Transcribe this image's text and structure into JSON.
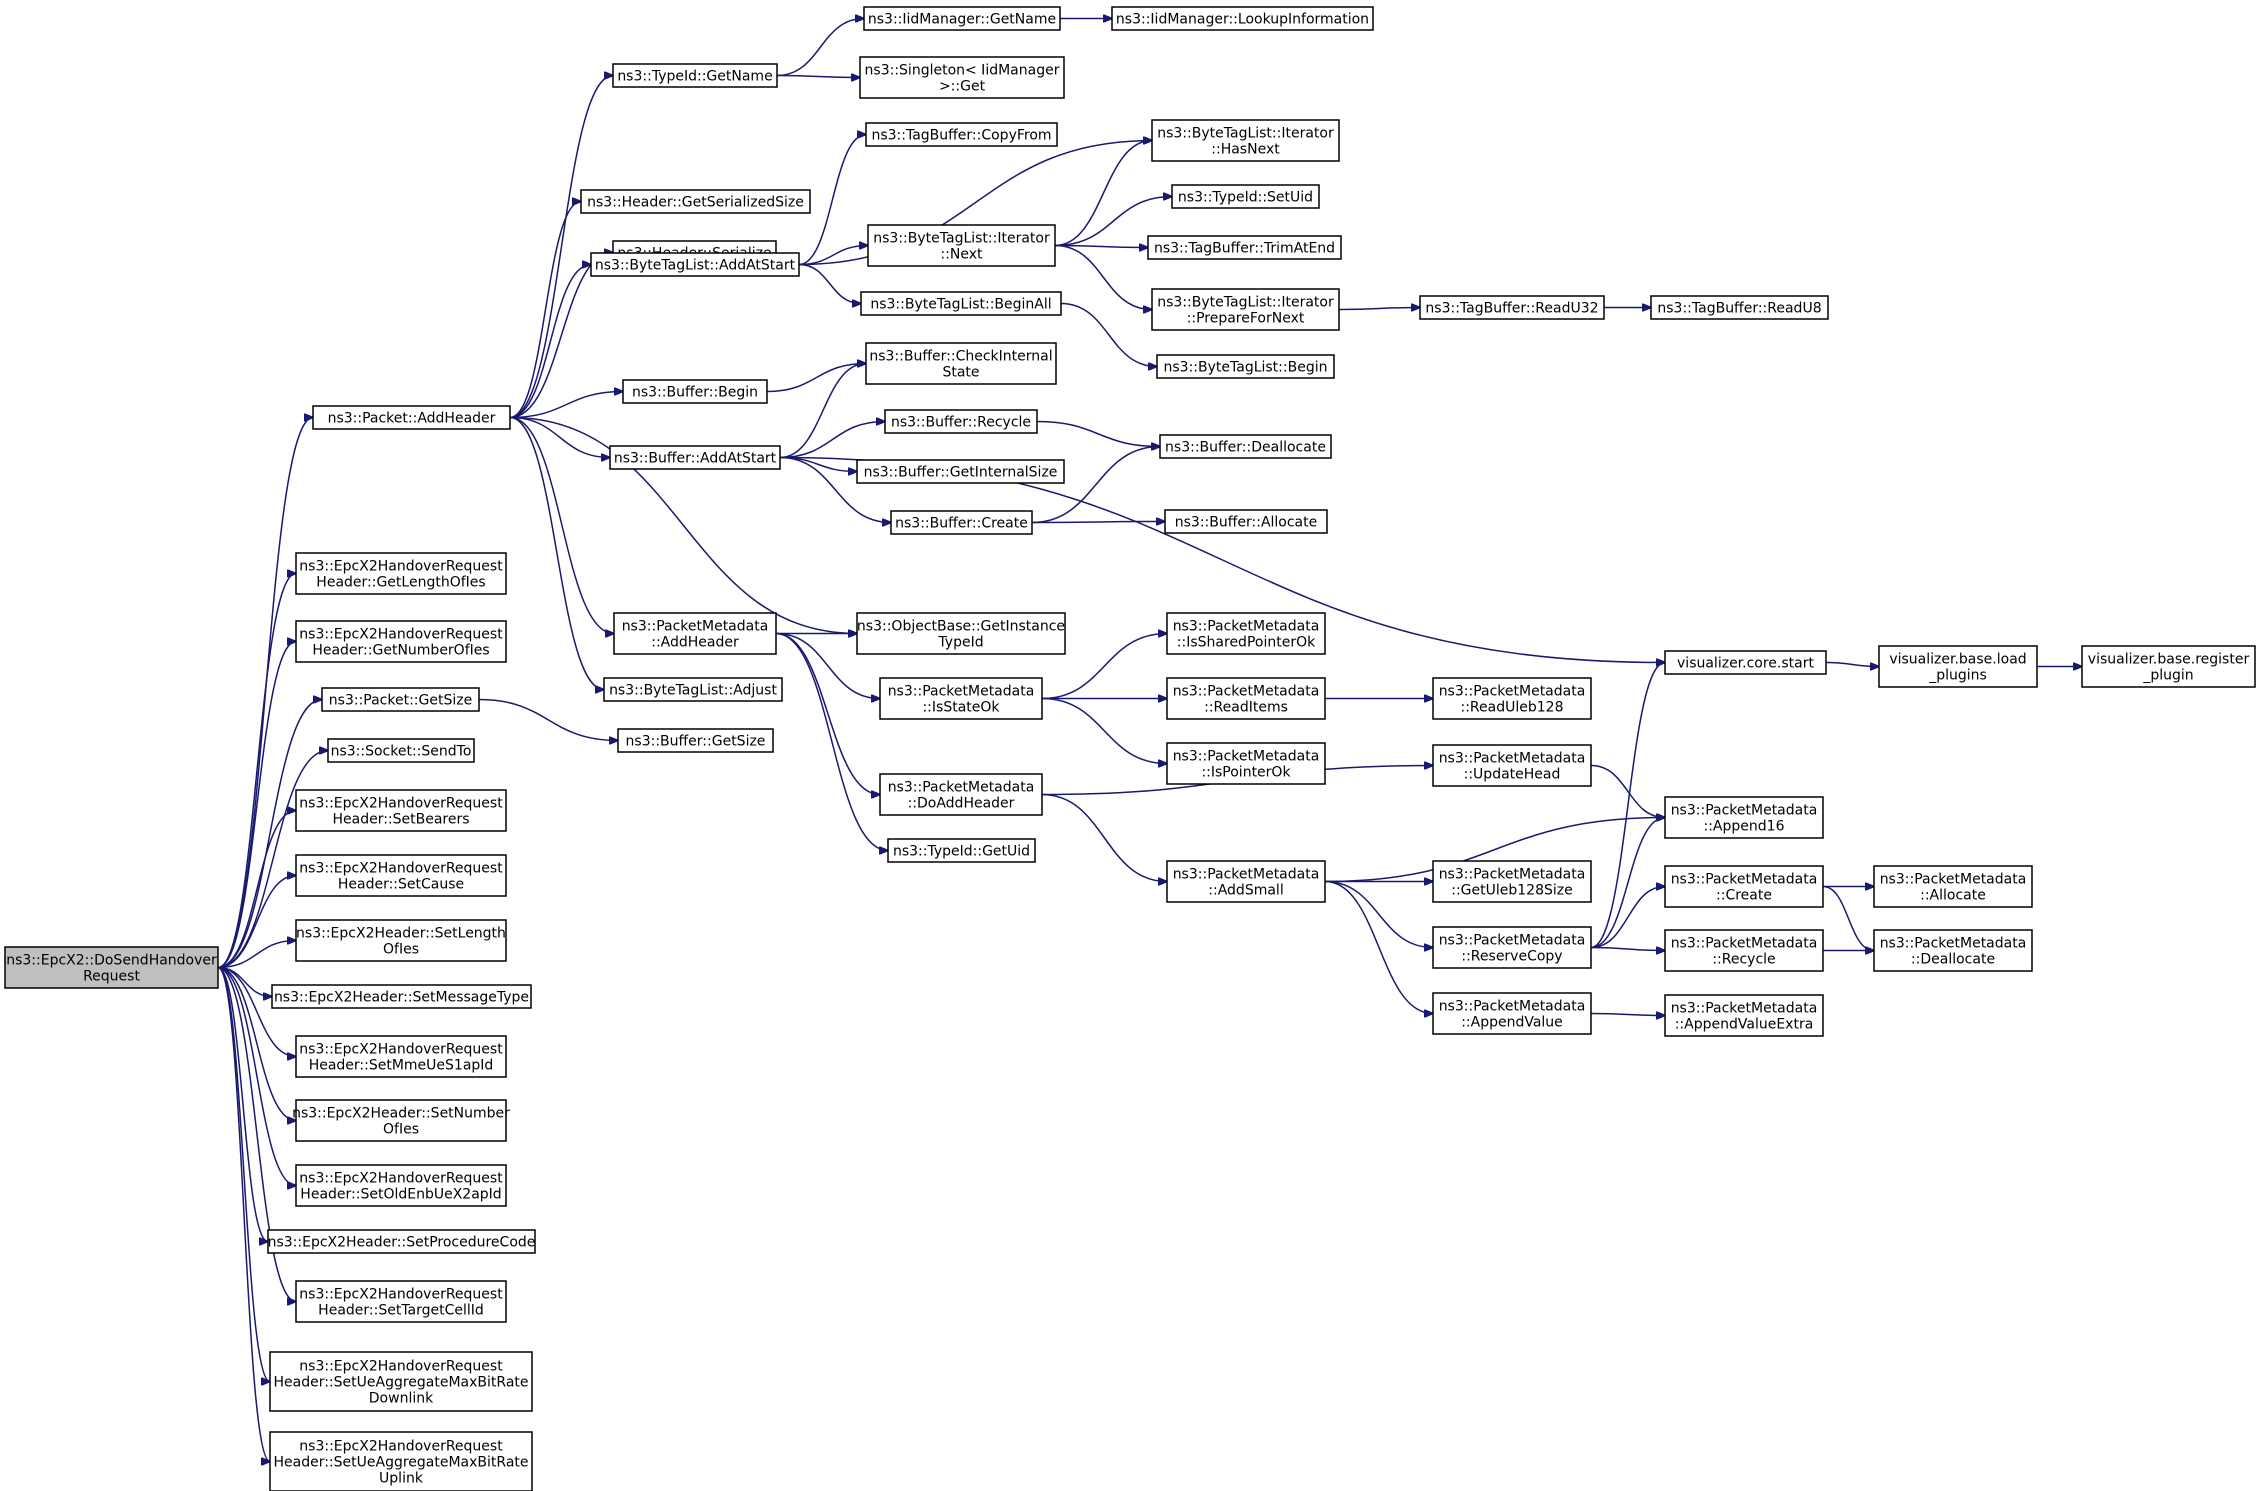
{
  "nodes": {
    "root": [
      "ns3::EpcX2::DoSendHandover",
      "Request"
    ],
    "add_header": [
      "ns3::Packet::AddHeader"
    ],
    "get_length": [
      "ns3::EpcX2HandoverRequest",
      "Header::GetLengthOfIes"
    ],
    "get_number": [
      "ns3::EpcX2HandoverRequest",
      "Header::GetNumberOfIes"
    ],
    "packet_getsize": [
      "ns3::Packet::GetSize"
    ],
    "socket_sendto": [
      "ns3::Socket::SendTo"
    ],
    "set_bearers": [
      "ns3::EpcX2HandoverRequest",
      "Header::SetBearers"
    ],
    "set_cause": [
      "ns3::EpcX2HandoverRequest",
      "Header::SetCause"
    ],
    "set_length": [
      "ns3::EpcX2Header::SetLength",
      "OfIes"
    ],
    "set_msgtype": [
      "ns3::EpcX2Header::SetMessageType"
    ],
    "set_mme": [
      "ns3::EpcX2HandoverRequest",
      "Header::SetMmeUeS1apId"
    ],
    "set_number": [
      "ns3::EpcX2Header::SetNumber",
      "OfIes"
    ],
    "set_oldenb": [
      "ns3::EpcX2HandoverRequest",
      "Header::SetOldEnbUeX2apId"
    ],
    "set_proc": [
      "ns3::EpcX2Header::SetProcedureCode"
    ],
    "set_target": [
      "ns3::EpcX2HandoverRequest",
      "Header::SetTargetCellId"
    ],
    "set_ue_down": [
      "ns3::EpcX2HandoverRequest",
      "Header::SetUeAggregateMaxBitRate",
      "Downlink"
    ],
    "set_ue_up": [
      "ns3::EpcX2HandoverRequest",
      "Header::SetUeAggregateMaxBitRate",
      "Uplink"
    ],
    "typeid_getname": [
      "ns3::TypeId::GetName"
    ],
    "header_getsersize": [
      "ns3::Header::GetSerializedSize"
    ],
    "header_serialize": [
      "ns3::Header::Serialize"
    ],
    "btl_addatstart": [
      "ns3::ByteTagList::AddAtStart"
    ],
    "buffer_begin": [
      "ns3::Buffer::Begin"
    ],
    "buffer_addatstart": [
      "ns3::Buffer::AddAtStart"
    ],
    "pm_addheader": [
      "ns3::PacketMetadata",
      "::AddHeader"
    ],
    "btl_adjust": [
      "ns3::ByteTagList::Adjust"
    ],
    "buffer_getsize": [
      "ns3::Buffer::GetSize"
    ],
    "iid_getname": [
      "ns3::IidManager::GetName"
    ],
    "singleton_get": [
      "ns3::Singleton< IidManager",
      ">::Get"
    ],
    "iid_lookup": [
      "ns3::IidManager::LookupInformation"
    ],
    "tagbuf_copyfrom": [
      "ns3::TagBuffer::CopyFrom"
    ],
    "btl_iter_next": [
      "ns3::ByteTagList::Iterator",
      "::Next"
    ],
    "btl_beginall": [
      "ns3::ByteTagList::BeginAll"
    ],
    "buffer_checkinternal": [
      "ns3::Buffer::CheckInternal",
      "State"
    ],
    "buffer_recycle": [
      "ns3::Buffer::Recycle"
    ],
    "buffer_getinternalsize": [
      "ns3::Buffer::GetInternalSize"
    ],
    "buffer_create": [
      "ns3::Buffer::Create"
    ],
    "objbase_getinstance": [
      "ns3::ObjectBase::GetInstance",
      "TypeId"
    ],
    "pm_isstateok": [
      "ns3::PacketMetadata",
      "::IsStateOk"
    ],
    "pm_doaddheader": [
      "ns3::PacketMetadata",
      "::DoAddHeader"
    ],
    "typeid_getuid": [
      "ns3::TypeId::GetUid"
    ],
    "btl_iter_hasnext": [
      "ns3::ByteTagList::Iterator",
      "::HasNext"
    ],
    "typeid_setuid": [
      "ns3::TypeId::SetUid"
    ],
    "tagbuf_trimatend": [
      "ns3::TagBuffer::TrimAtEnd"
    ],
    "btl_iter_prepare": [
      "ns3::ByteTagList::Iterator",
      "::PrepareForNext"
    ],
    "btl_begin": [
      "ns3::ByteTagList::Begin"
    ],
    "buffer_deallocate": [
      "ns3::Buffer::Deallocate"
    ],
    "buffer_allocate": [
      "ns3::Buffer::Allocate"
    ],
    "pm_issharedptr": [
      "ns3::PacketMetadata",
      "::IsSharedPointerOk"
    ],
    "pm_readitems": [
      "ns3::PacketMetadata",
      "::ReadItems"
    ],
    "pm_ispointerok": [
      "ns3::PacketMetadata",
      "::IsPointerOk"
    ],
    "pm_addsmall": [
      "ns3::PacketMetadata",
      "::AddSmall"
    ],
    "tagbuf_readu32": [
      "ns3::TagBuffer::ReadU32"
    ],
    "tagbuf_readu8": [
      "ns3::TagBuffer::ReadU8"
    ],
    "viz_core_start": [
      "visualizer.core.start"
    ],
    "pm_readuleb": [
      "ns3::PacketMetadata",
      "::ReadUleb128"
    ],
    "pm_updatehead": [
      "ns3::PacketMetadata",
      "::UpdateHead"
    ],
    "pm_getuleb": [
      "ns3::PacketMetadata",
      "::GetUleb128Size"
    ],
    "pm_reservecopy": [
      "ns3::PacketMetadata",
      "::ReserveCopy"
    ],
    "pm_appendvalue": [
      "ns3::PacketMetadata",
      "::AppendValue"
    ],
    "viz_base_load": [
      "visualizer.base.load",
      "_plugins"
    ],
    "pm_append16": [
      "ns3::PacketMetadata",
      "::Append16"
    ],
    "pm_create": [
      "ns3::PacketMetadata",
      "::Create"
    ],
    "pm_recycle": [
      "ns3::PacketMetadata",
      "::Recycle"
    ],
    "pm_appendvalueextra": [
      "ns3::PacketMetadata",
      "::AppendValueExtra"
    ],
    "viz_base_register": [
      "visualizer.base.register",
      "_plugin"
    ],
    "pm_allocate": [
      "ns3::PacketMetadata",
      "::Allocate"
    ],
    "pm_deallocate": [
      "ns3::PacketMetadata",
      "::Deallocate"
    ]
  },
  "edges": [
    [
      "root",
      "add_header"
    ],
    [
      "root",
      "get_length"
    ],
    [
      "root",
      "get_number"
    ],
    [
      "root",
      "packet_getsize"
    ],
    [
      "root",
      "socket_sendto"
    ],
    [
      "root",
      "set_bearers"
    ],
    [
      "root",
      "set_cause"
    ],
    [
      "root",
      "set_length"
    ],
    [
      "root",
      "set_msgtype"
    ],
    [
      "root",
      "set_mme"
    ],
    [
      "root",
      "set_number"
    ],
    [
      "root",
      "set_oldenb"
    ],
    [
      "root",
      "set_proc"
    ],
    [
      "root",
      "set_target"
    ],
    [
      "root",
      "set_ue_down"
    ],
    [
      "root",
      "set_ue_up"
    ],
    [
      "add_header",
      "typeid_getname"
    ],
    [
      "add_header",
      "header_getsersize"
    ],
    [
      "add_header",
      "header_serialize"
    ],
    [
      "add_header",
      "btl_addatstart"
    ],
    [
      "add_header",
      "buffer_begin"
    ],
    [
      "add_header",
      "buffer_addatstart"
    ],
    [
      "add_header",
      "pm_addheader"
    ],
    [
      "add_header",
      "btl_adjust"
    ],
    [
      "add_header",
      "objbase_getinstance"
    ],
    [
      "packet_getsize",
      "buffer_getsize"
    ],
    [
      "typeid_getname",
      "iid_getname"
    ],
    [
      "typeid_getname",
      "singleton_get"
    ],
    [
      "iid_getname",
      "iid_lookup"
    ],
    [
      "btl_addatstart",
      "tagbuf_copyfrom"
    ],
    [
      "btl_addatstart",
      "btl_iter_hasnext"
    ],
    [
      "btl_addatstart",
      "btl_iter_next"
    ],
    [
      "btl_addatstart",
      "btl_beginall"
    ],
    [
      "btl_iter_next",
      "btl_iter_hasnext"
    ],
    [
      "btl_iter_next",
      "typeid_setuid"
    ],
    [
      "btl_iter_next",
      "tagbuf_trimatend"
    ],
    [
      "btl_iter_next",
      "btl_iter_prepare"
    ],
    [
      "btl_iter_prepare",
      "tagbuf_readu32"
    ],
    [
      "tagbuf_readu32",
      "tagbuf_readu8"
    ],
    [
      "btl_beginall",
      "btl_begin"
    ],
    [
      "buffer_begin",
      "buffer_checkinternal"
    ],
    [
      "buffer_addatstart",
      "buffer_checkinternal"
    ],
    [
      "buffer_addatstart",
      "buffer_recycle"
    ],
    [
      "buffer_addatstart",
      "buffer_getinternalsize"
    ],
    [
      "buffer_addatstart",
      "buffer_create"
    ],
    [
      "buffer_addatstart",
      "viz_core_start"
    ],
    [
      "buffer_recycle",
      "buffer_deallocate"
    ],
    [
      "buffer_create",
      "buffer_deallocate"
    ],
    [
      "buffer_create",
      "buffer_allocate"
    ],
    [
      "pm_addheader",
      "objbase_getinstance"
    ],
    [
      "pm_addheader",
      "pm_isstateok"
    ],
    [
      "pm_addheader",
      "pm_doaddheader"
    ],
    [
      "pm_addheader",
      "typeid_getuid"
    ],
    [
      "pm_isstateok",
      "pm_issharedptr"
    ],
    [
      "pm_isstateok",
      "pm_readitems"
    ],
    [
      "pm_isstateok",
      "pm_ispointerok"
    ],
    [
      "pm_readitems",
      "pm_readuleb"
    ],
    [
      "pm_doaddheader",
      "pm_updatehead"
    ],
    [
      "pm_doaddheader",
      "pm_addsmall"
    ],
    [
      "pm_updatehead",
      "pm_append16"
    ],
    [
      "pm_addsmall",
      "pm_append16"
    ],
    [
      "pm_addsmall",
      "pm_getuleb"
    ],
    [
      "pm_addsmall",
      "pm_reservecopy"
    ],
    [
      "pm_addsmall",
      "pm_appendvalue"
    ],
    [
      "pm_reservecopy",
      "viz_core_start"
    ],
    [
      "pm_reservecopy",
      "pm_append16"
    ],
    [
      "pm_reservecopy",
      "pm_create"
    ],
    [
      "pm_reservecopy",
      "pm_recycle"
    ],
    [
      "pm_appendvalue",
      "pm_appendvalueextra"
    ],
    [
      "pm_create",
      "pm_allocate"
    ],
    [
      "pm_create",
      "pm_deallocate"
    ],
    [
      "pm_recycle",
      "pm_deallocate"
    ],
    [
      "viz_core_start",
      "viz_base_load"
    ],
    [
      "viz_base_load",
      "viz_base_register"
    ]
  ]
}
